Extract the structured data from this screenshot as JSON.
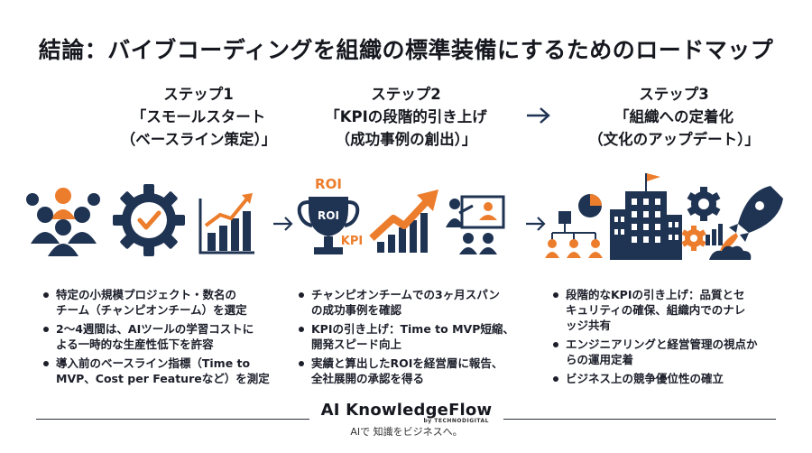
{
  "title": "結論：バイブコーディングを組織の標準装備にするためのロードマップ",
  "steps": [
    {
      "label": "ステップ1",
      "name": "「スモールスタート",
      "sub": "（ベースライン策定）」",
      "bullets": [
        [
          "特定の小規模プロジェクト・数名の",
          "チーム（チャンピオンチーム）を選定"
        ],
        [
          "2〜4週間は、AIツールの学習コストに",
          "よる一時的な生産性低下を許容"
        ],
        [
          "導入前のベースライン指標（Time to",
          "MVP、Cost per Featureなど）を測定"
        ]
      ]
    },
    {
      "label": "ステップ2",
      "name": "「KPIの段階的引き上げ",
      "sub": "（成功事例の創出）」",
      "bullets": [
        [
          "チャンピオンチームでの3ヶ月スパン",
          "の成功事例を確認"
        ],
        [
          "KPIの引き上げ：Time to MVP短縮、",
          "開発スピード向上"
        ],
        [
          "実績と算出したROIを経営層に報告、",
          "全社展開の承認を得る"
        ]
      ]
    },
    {
      "label": "ステップ3",
      "name": "「組織への定着化",
      "sub": "（文化のアップデート）」",
      "bullets": [
        [
          "段階的なKPIの引き上げ：品質とセ",
          "キュリティの確保、組織内でのナレ",
          "ッジ共有"
        ],
        [
          "エンジニアリングと経営管理の視点か",
          "らの運用定着"
        ],
        [
          "ビジネス上の競争優位性の確立"
        ]
      ]
    }
  ],
  "icon_labels": {
    "roi_top": "ROI",
    "roi_cup": "ROI",
    "kpi": "KPI"
  },
  "footer": {
    "brand": "AI KnowledgeFlow",
    "by": "by TECHNODIGITAL",
    "tagline": "AIで 知識をビジネスへ。"
  },
  "colors": {
    "navy": "#1f3352",
    "orange": "#ec7d2c",
    "text": "#1c1f2a"
  },
  "icons": [
    "team-icon",
    "gear-check-icon",
    "growth-chart-icon",
    "arrow-right-icon",
    "roi-trophy-icon",
    "kpi-growth-arrow-icon",
    "presentation-icon",
    "arrow-right-icon",
    "org-chart-icon",
    "office-building-icon",
    "gears-icon",
    "rocket-icon"
  ]
}
